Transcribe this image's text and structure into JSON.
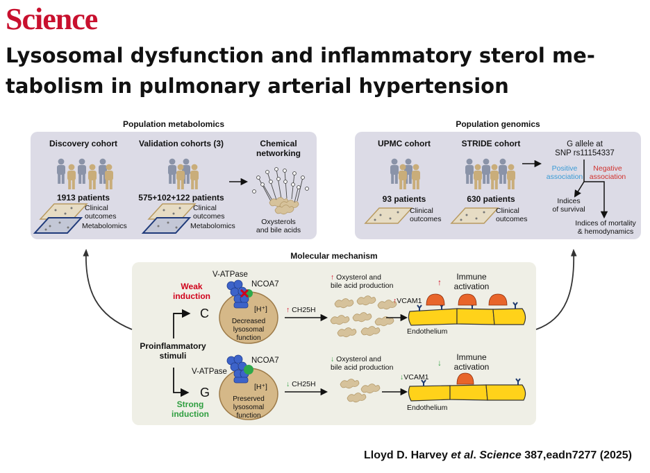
{
  "brand": {
    "logo_text": "Science"
  },
  "title": "Lysosomal dysfunction and inflammatory sterol me-\ntabolism in pulmonary arterial hypertension",
  "colors": {
    "logo_red": "#c8102e",
    "panel_gray": "#dcdbe6",
    "panel_cream": "#efefe6",
    "person_gray": "#8a93a8",
    "person_tan": "#c9ad7a",
    "red_arrow": "#d0021b",
    "green_arrow": "#2e9e3f",
    "positive_blue": "#3a9bd5",
    "negative_red": "#d0312d",
    "endothelium_yellow": "#ffd21a",
    "immune_orange": "#e8652a",
    "vatpase_blue": "#3d63c9"
  },
  "metabolomics": {
    "section_title": "Population metabolomics",
    "discovery": {
      "title": "Discovery cohort",
      "patients": "1913 patients",
      "clinical": "Clinical\noutcomes",
      "metabolomics": "Metabolomics"
    },
    "validation": {
      "title": "Validation cohorts (3)",
      "patients": "575+102+122 patients",
      "clinical": "Clinical\noutcomes",
      "metabolomics": "Metabolomics"
    },
    "networking": {
      "title": "Chemical\nnetworking",
      "caption": "Oxysterols\nand bile acids"
    }
  },
  "genomics": {
    "section_title": "Population genomics",
    "upmc": {
      "title": "UPMC cohort",
      "patients": "93 patients",
      "clinical": "Clinical\noutcomes"
    },
    "stride": {
      "title": "STRIDE cohort",
      "patients": "630 patients",
      "clinical": "Clinical\noutcomes"
    },
    "snp": "G allele at\nSNP rs11154337",
    "positive": "Positive\nassociation",
    "negative": "Negative\nassociation",
    "survival": "Indices\nof survival",
    "mortality": "Indices of mortality\n& hemodynamics"
  },
  "molecular": {
    "section_title": "Molecular mechanism",
    "stimuli": "Proinflammatory\nstimuli",
    "top": {
      "induction": "Weak\ninduction",
      "allele": "C",
      "vatpase": "V-ATPase",
      "ncoa7": "NCOA7",
      "proton": "[H⁺]",
      "lysosome": "Decreased\nlysosomal\nfunction",
      "ch25h": "CH25H",
      "production": "Oxysterol and\nbile acid production",
      "vcam1": "VCAM1",
      "immune": "Immune\nactivation",
      "endothelium": "Endothelium"
    },
    "bottom": {
      "induction": "Strong\ninduction",
      "allele": "G",
      "vatpase": "V-ATPase",
      "ncoa7": "NCOA7",
      "proton": "[H⁺]",
      "lysosome": "Preserved\nlysosomal\nfunction",
      "ch25h": "CH25H",
      "production": "Oxysterol and\nbile acid production",
      "vcam1": "VCAM1",
      "immune": "Immune\nactivation",
      "endothelium": "Endothelium"
    }
  },
  "citation": {
    "authors": "Lloyd D. Harvey ",
    "etal": "et al",
    "dot": ". ",
    "journal": "Science",
    "ref": " 387,eadn7277 (2025)"
  }
}
